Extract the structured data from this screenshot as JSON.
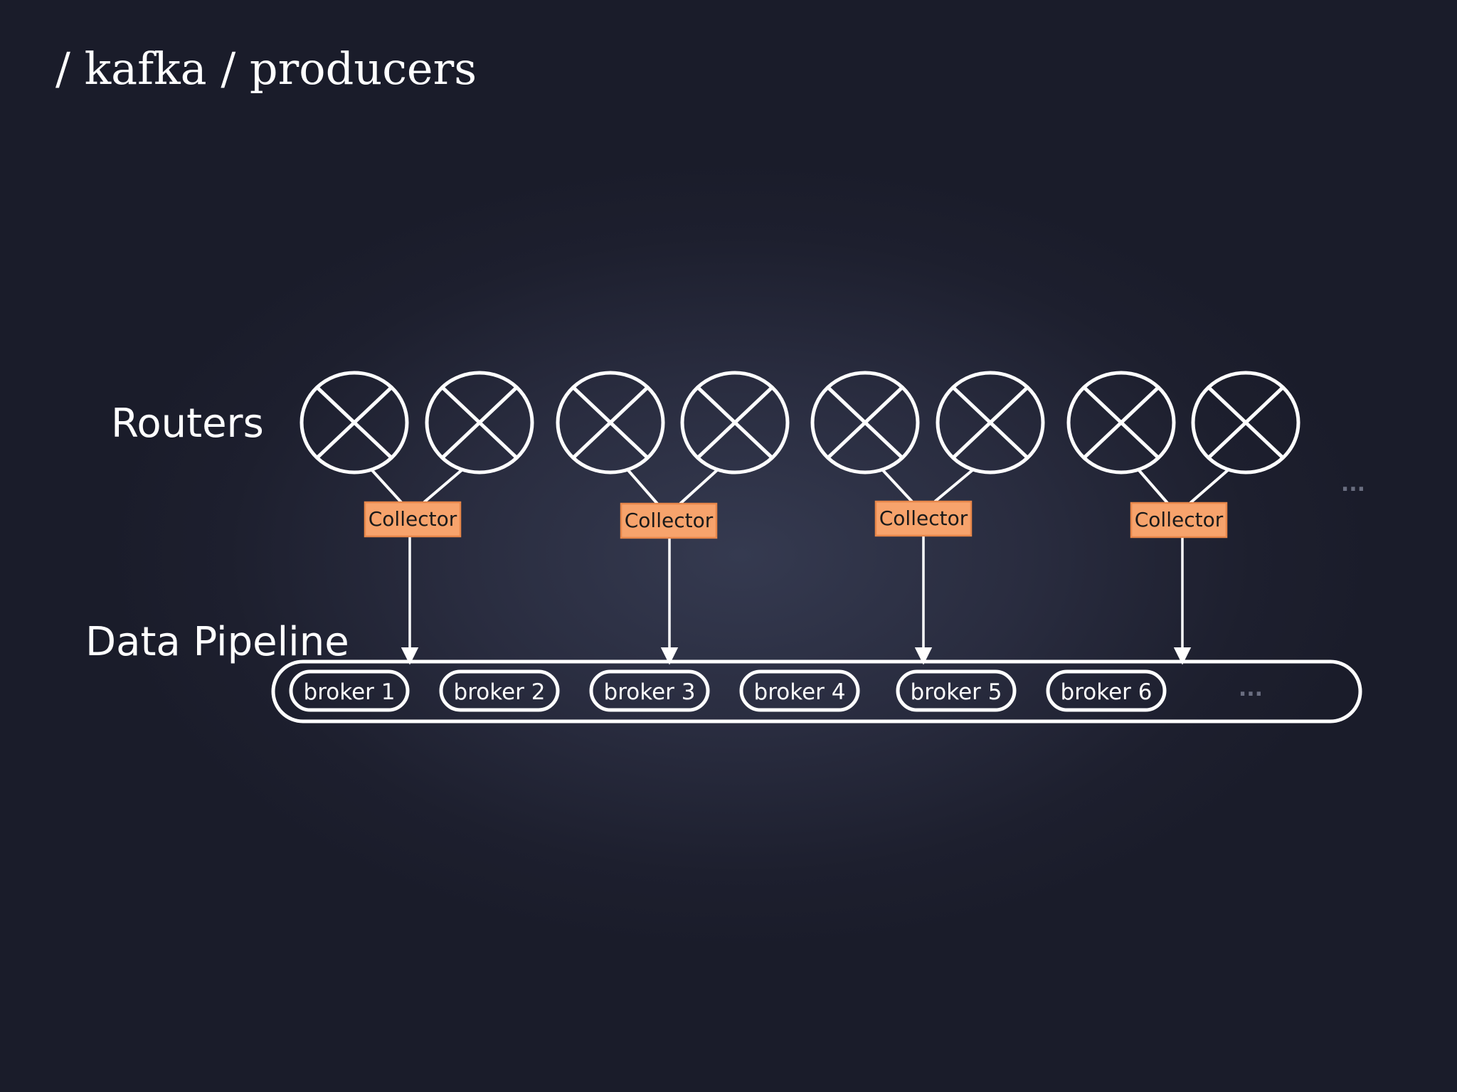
{
  "title": "/ kafka / producers",
  "labels": {
    "routers": "Routers",
    "data_pipeline": "Data Pipeline"
  },
  "router_icon": "router-cross-circle-icon",
  "router_count": 8,
  "collectors": [
    {
      "label": "Collector"
    },
    {
      "label": "Collector"
    },
    {
      "label": "Collector"
    },
    {
      "label": "Collector"
    }
  ],
  "brokers": [
    {
      "label": "broker 1"
    },
    {
      "label": "broker 2"
    },
    {
      "label": "broker 3"
    },
    {
      "label": "broker 4"
    },
    {
      "label": "broker 5"
    },
    {
      "label": "broker 6"
    }
  ],
  "ellipsis": "...",
  "colors": {
    "background": "#222436",
    "collector_fill": "#f7a36c",
    "collector_border": "#e8874a",
    "collector_text": "#1a1a1a",
    "stroke": "#ffffff",
    "ellipsis": "#6a6e80"
  }
}
